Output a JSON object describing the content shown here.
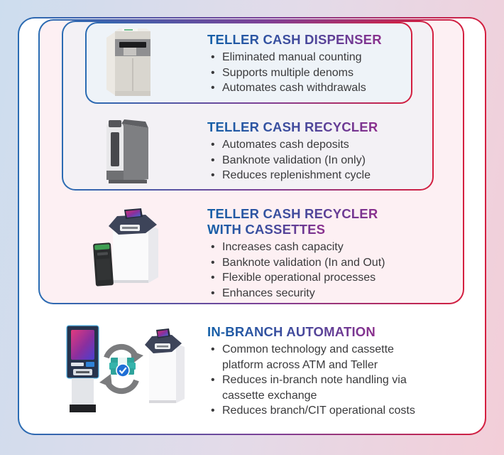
{
  "colors": {
    "background_gradient_left": "#cdddee",
    "background_gradient_right": "#f3ced8",
    "border_gradient_start": "#2a6cb3",
    "border_gradient_mid": "#7f4096",
    "border_gradient_end": "#d41f3f",
    "title_gradient_start": "#1460a8",
    "title_gradient_end": "#8c2f8d",
    "body_text": "#3a3a3c",
    "layer_fills": [
      "#ffffff",
      "#fdf0f3",
      "#f3f1f5",
      "#eef3f8"
    ]
  },
  "sections": [
    {
      "title_line1": "TELLER CASH DISPENSER",
      "image": "teller-cash-dispenser",
      "bullets": [
        "Eliminated manual counting",
        "Supports multiple denoms",
        "Automates cash withdrawals"
      ]
    },
    {
      "title_line1": "TELLER CASH RECYCLER",
      "image": "teller-cash-recycler",
      "bullets": [
        "Automates cash deposits",
        "Banknote validation (In only)",
        "Reduces replenishment cycle"
      ]
    },
    {
      "title_line1": "TELLER CASH RECYCLER",
      "title_line2": "WITH CASSETTES",
      "image": "teller-cash-recycler-with-cassettes",
      "bullets": [
        "Increases cash capacity",
        "Banknote validation (In and Out)",
        "Flexible operational processes",
        "Enhances security"
      ]
    },
    {
      "title_line1": "IN-BRANCH AUTOMATION",
      "image": "atm-and-teller-recycler-cassette-exchange",
      "bullets": [
        "Common technology and cassette platform across ATM and Teller",
        "Reduces in-branch note handling via cassette exchange",
        "Reduces branch/CIT operational costs"
      ]
    }
  ]
}
